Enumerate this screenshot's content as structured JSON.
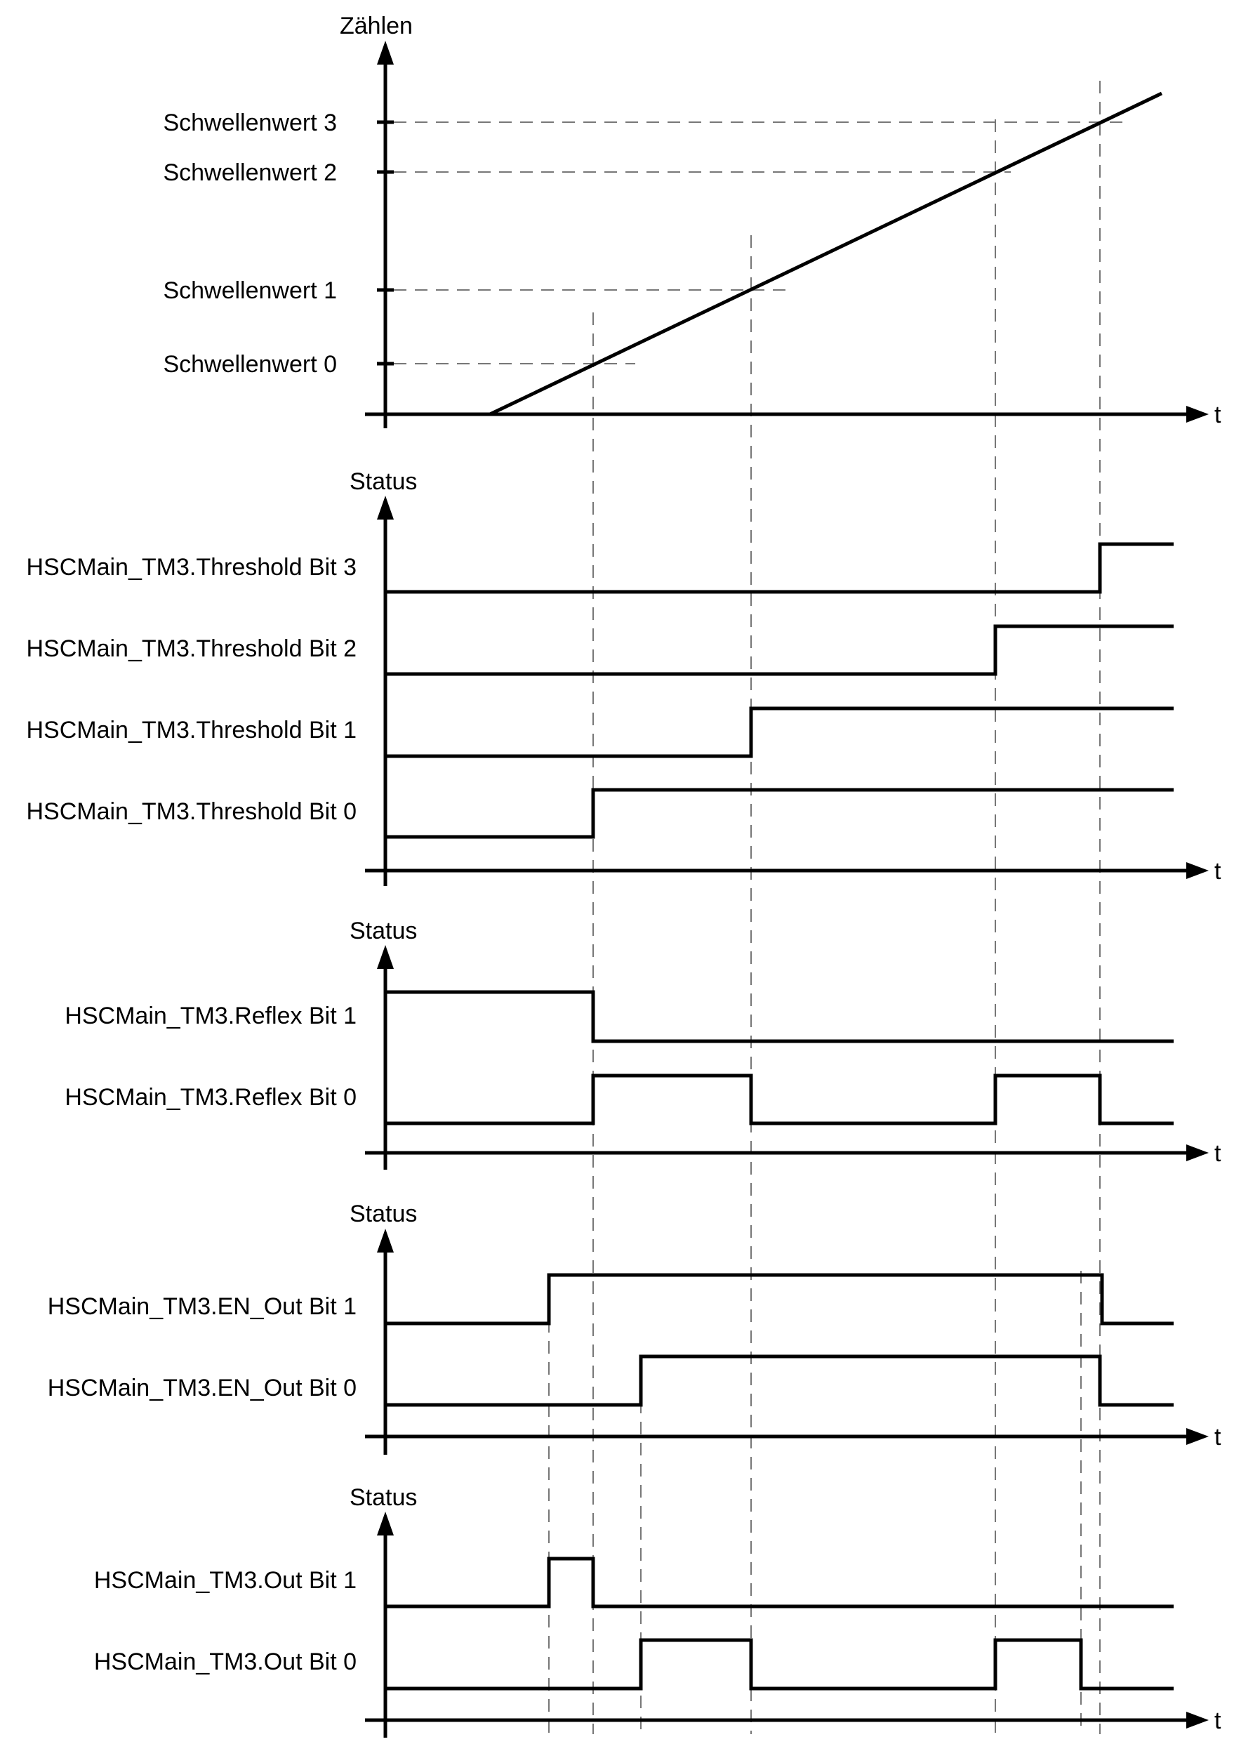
{
  "panel_count": {
    "y_axis_label": "Zählen",
    "x_axis_label": "t",
    "thresholds": [
      {
        "label": "Schwellenwert 0"
      },
      {
        "label": "Schwellenwert 1"
      },
      {
        "label": "Schwellenwert 2"
      },
      {
        "label": "Schwellenwert 3"
      }
    ]
  },
  "panel_threshold_bits": {
    "y_axis_label": "Status",
    "x_axis_label": "t",
    "signals": [
      {
        "label": "HSCMain_TM3.Threshold Bit 3"
      },
      {
        "label": "HSCMain_TM3.Threshold Bit 2"
      },
      {
        "label": "HSCMain_TM3.Threshold Bit 1"
      },
      {
        "label": "HSCMain_TM3.Threshold Bit 0"
      }
    ]
  },
  "panel_reflex_bits": {
    "y_axis_label": "Status",
    "x_axis_label": "t",
    "signals": [
      {
        "label": "HSCMain_TM3.Reflex Bit 1"
      },
      {
        "label": "HSCMain_TM3.Reflex Bit 0"
      }
    ]
  },
  "panel_en_out_bits": {
    "y_axis_label": "Status",
    "x_axis_label": "t",
    "signals": [
      {
        "label": "HSCMain_TM3.EN_Out Bit 1"
      },
      {
        "label": "HSCMain_TM3.EN_Out Bit 0"
      }
    ]
  },
  "panel_out_bits": {
    "y_axis_label": "Status",
    "x_axis_label": "t",
    "signals": [
      {
        "label": "HSCMain_TM3.Out Bit 1"
      },
      {
        "label": "HSCMain_TM3.Out Bit 0"
      }
    ]
  }
}
